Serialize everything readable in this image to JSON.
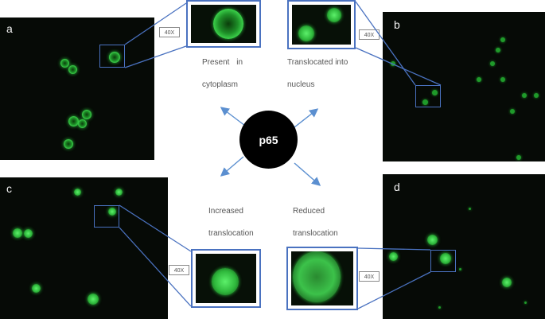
{
  "center_label": "p65",
  "panels": {
    "a": "a",
    "b": "b",
    "c": "c",
    "d": "d"
  },
  "magnification": "40X",
  "labels": {
    "a_line1": "Present in",
    "a_line2": "cytoplasm",
    "b_line1": "Translocated into",
    "b_line2": "nucleus",
    "c_line1": "Increased",
    "c_line2": "translocation",
    "d_line1": "Reduced",
    "d_line2": "translocation"
  },
  "colors": {
    "connector": "#4a72c0",
    "arrow": "#5b8fd0",
    "fluorescence": "#2bbf3a"
  }
}
